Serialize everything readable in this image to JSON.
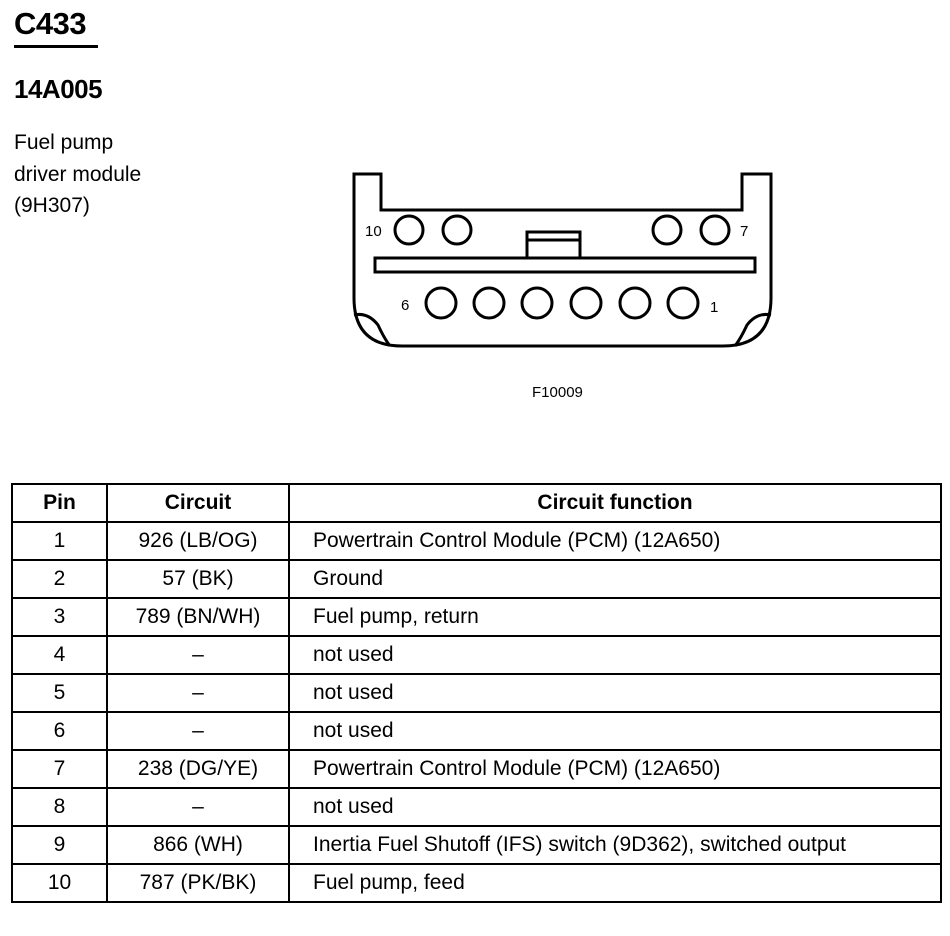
{
  "connector": {
    "id": "C433",
    "part_number": "14A005",
    "description": "Fuel pump\ndriver module\n(9H307)"
  },
  "diagram": {
    "pin_labels": {
      "p10": "10",
      "p7": "7",
      "p6": "6",
      "p1": "1"
    },
    "figure_id": "F10009"
  },
  "table": {
    "headers": {
      "pin": "Pin",
      "circuit": "Circuit",
      "function": "Circuit function"
    },
    "rows": [
      {
        "pin": "1",
        "circuit": "926 (LB/OG)",
        "function": "Powertrain Control Module (PCM) (12A650)"
      },
      {
        "pin": "2",
        "circuit": "57 (BK)",
        "function": "Ground"
      },
      {
        "pin": "3",
        "circuit": "789 (BN/WH)",
        "function": "Fuel pump, return"
      },
      {
        "pin": "4",
        "circuit": "–",
        "function": "not used"
      },
      {
        "pin": "5",
        "circuit": "–",
        "function": "not used"
      },
      {
        "pin": "6",
        "circuit": "–",
        "function": "not used"
      },
      {
        "pin": "7",
        "circuit": "238 (DG/YE)",
        "function": "Powertrain Control Module (PCM) (12A650)"
      },
      {
        "pin": "8",
        "circuit": "–",
        "function": "not used"
      },
      {
        "pin": "9",
        "circuit": "866 (WH)",
        "function": "Inertia Fuel Shutoff (IFS) switch (9D362), switched output"
      },
      {
        "pin": "10",
        "circuit": "787 (PK/BK)",
        "function": "Fuel pump, feed"
      }
    ]
  }
}
